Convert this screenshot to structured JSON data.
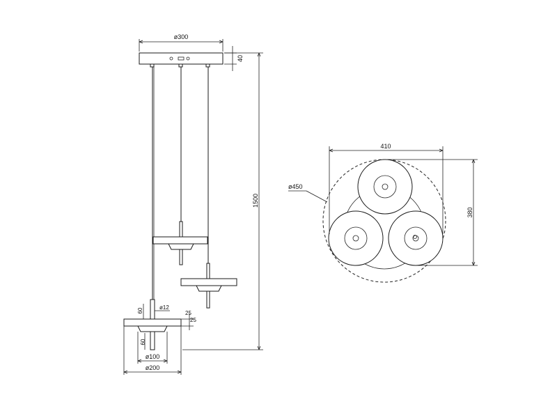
{
  "side_view": {
    "canopy_diameter": "ø300",
    "canopy_height": "40",
    "overall_height": "1500",
    "stem_height_top": "60",
    "stem_diameter": "ø12",
    "disc_thickness_1": "25",
    "disc_thickness_2": "25",
    "stem_height_bottom": "60",
    "shade_diameter": "ø100",
    "disc_diameter": "ø200"
  },
  "top_view": {
    "width": "410",
    "height": "380",
    "outer_diameter": "ø450"
  }
}
